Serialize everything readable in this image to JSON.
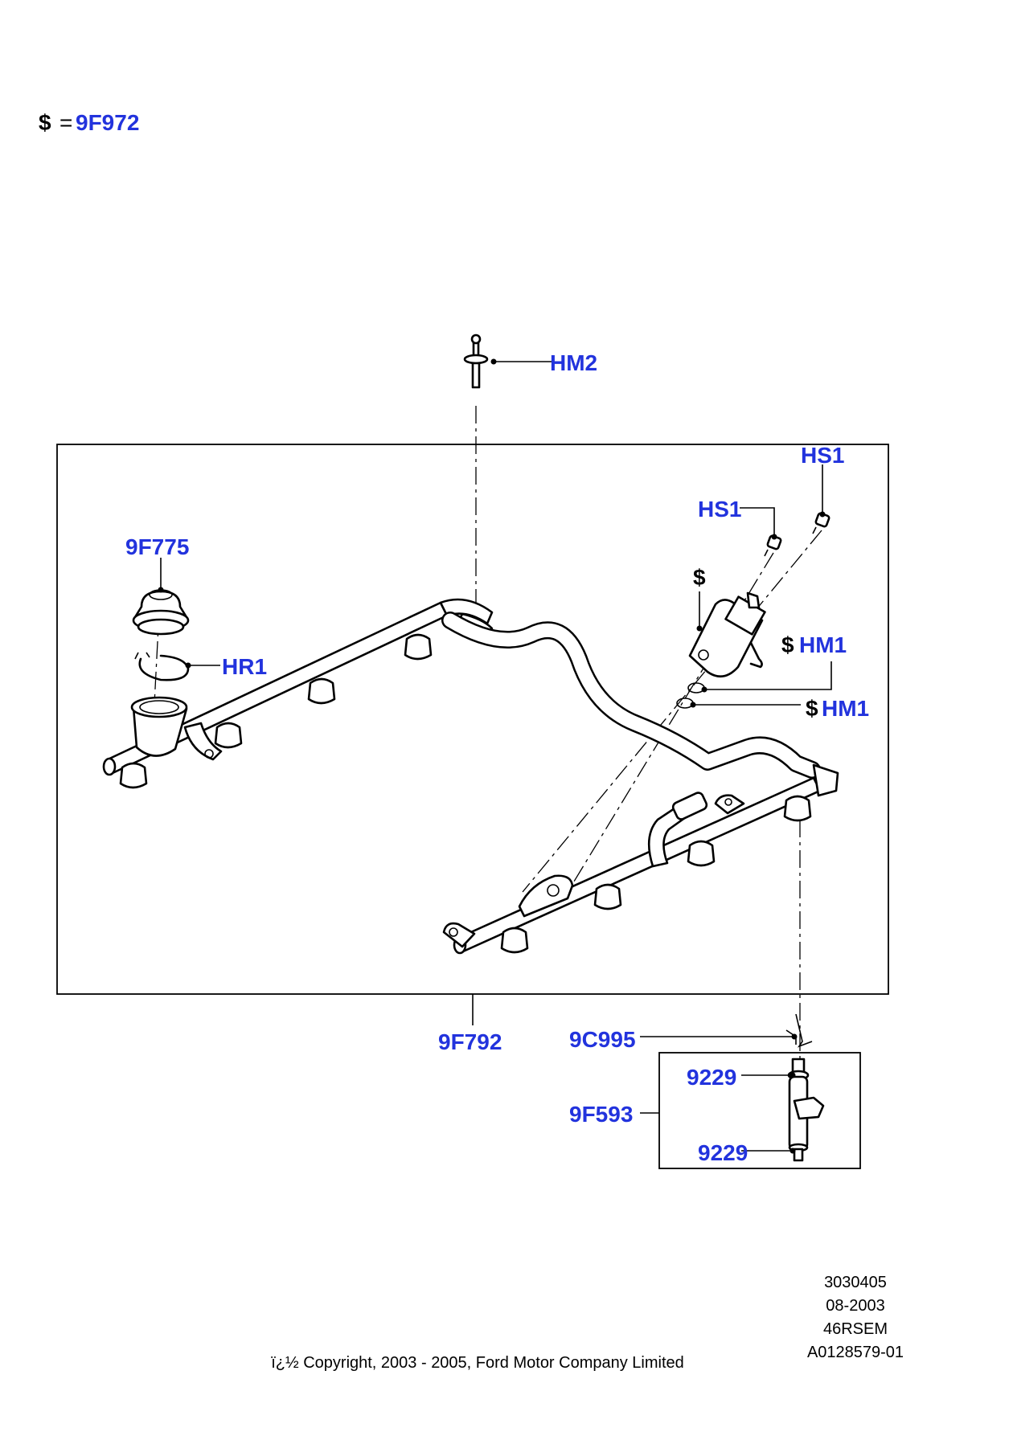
{
  "legend": {
    "symbol": "$",
    "equals": "=",
    "part": "9F972"
  },
  "callouts": {
    "hm2": "HM2",
    "hs1_top": "HS1",
    "hs1_mid": "HS1",
    "f775": "9F775",
    "hr1": "HR1",
    "dollar_mark": "$",
    "hm1_a": "HM1",
    "hm1_b": "HM1",
    "f792": "9F792",
    "c995": "9C995",
    "n9229_top": "9229",
    "f593": "9F593",
    "n9229_bottom": "9229"
  },
  "dollar": "$",
  "footer": {
    "code1": "3030405",
    "date": "08-2003",
    "model": "46RSEM",
    "ref": "A0128579-01",
    "copyright": "ï¿½ Copyright, 2003 - 2005, Ford Motor Company Limited"
  },
  "colors": {
    "callout": "#2233dd",
    "line": "#000000",
    "background": "#ffffff"
  }
}
